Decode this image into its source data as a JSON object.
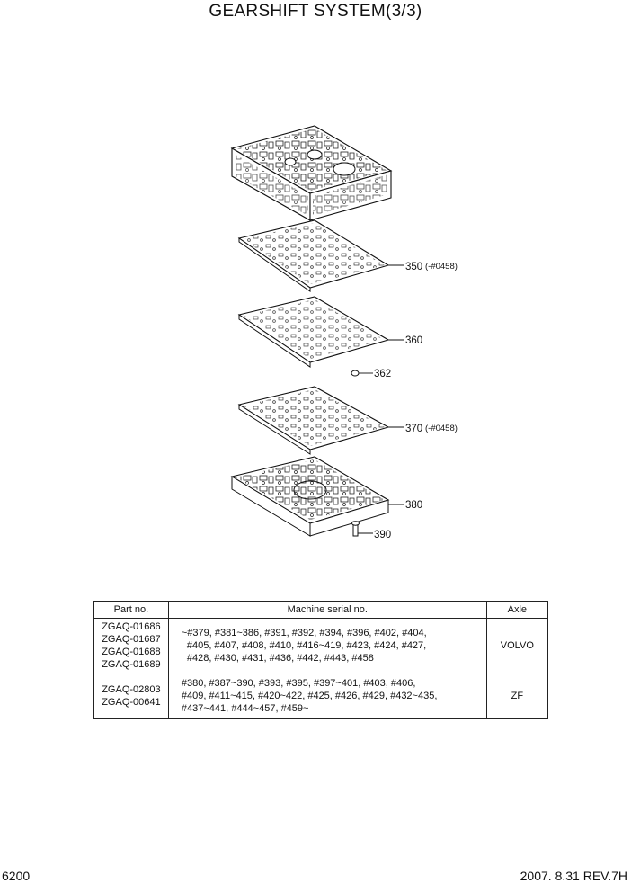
{
  "page": {
    "title": "GEARSHIFT SYSTEM(3/3)"
  },
  "callouts": [
    {
      "number": "350",
      "note": "(-#0458)"
    },
    {
      "number": "360",
      "note": ""
    },
    {
      "number": "362",
      "note": ""
    },
    {
      "number": "370",
      "note": "(-#0458)"
    },
    {
      "number": "380",
      "note": ""
    },
    {
      "number": "390",
      "note": ""
    }
  ],
  "table": {
    "headers": {
      "part_no": "Part no.",
      "serial": "Machine serial no.",
      "axle": "Axle"
    },
    "rows": [
      {
        "part_nos": [
          "ZGAQ-01686",
          "ZGAQ-01687",
          "ZGAQ-01688",
          "ZGAQ-01689"
        ],
        "serial_lines": [
          "~#379, #381~386, #391, #392, #394, #396, #402, #404,",
          "#405, #407, #408, #410, #416~419, #423, #424, #427,",
          "#428, #430, #431, #436, #442, #443, #458"
        ],
        "axle": "VOLVO"
      },
      {
        "part_nos": [
          "ZGAQ-02803",
          "ZGAQ-00641"
        ],
        "serial_lines": [
          "#380, #387~390, #393, #395, #397~401, #403, #406,",
          "#409, #411~415, #420~422, #425, #426, #429, #432~435,",
          "#437~441, #444~457, #459~"
        ],
        "axle": "ZF"
      }
    ]
  },
  "footer": {
    "page_number": "6200",
    "revision": "2007. 8.31  REV.7H"
  }
}
